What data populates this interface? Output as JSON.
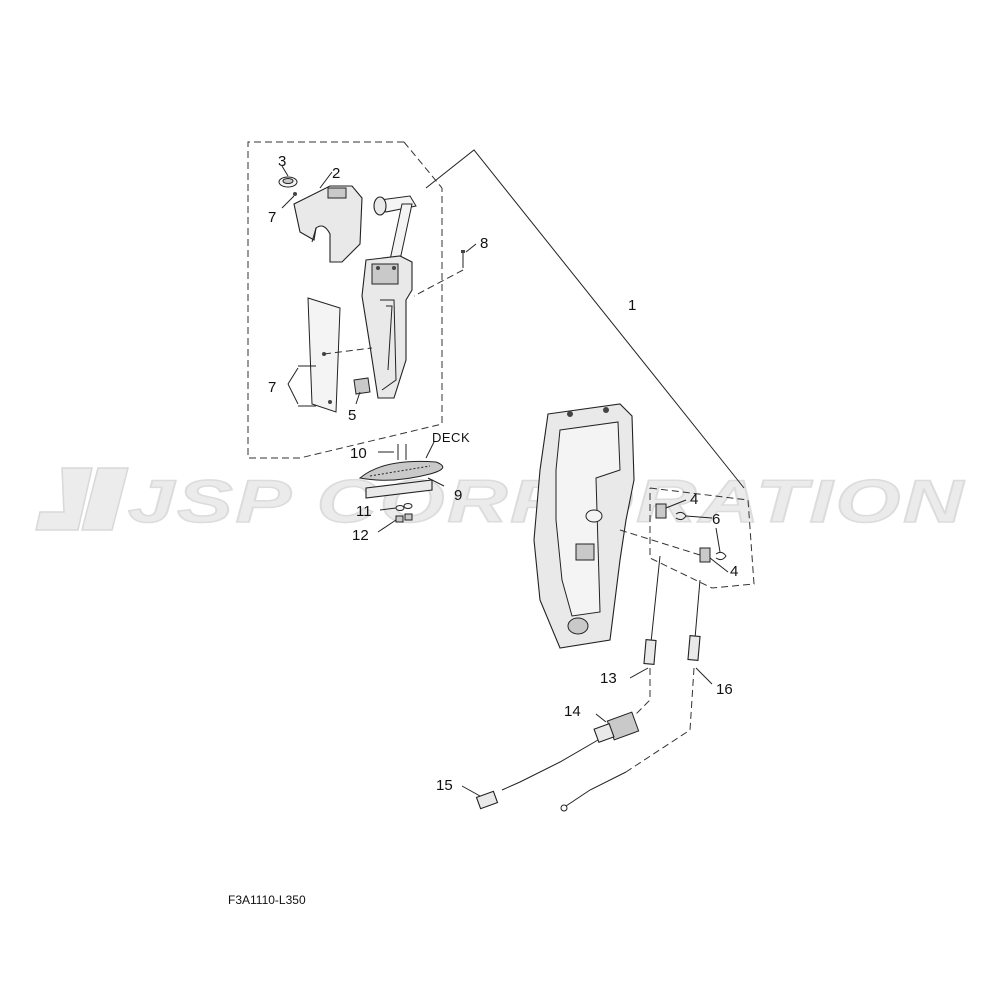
{
  "watermark": {
    "text": "JSP CORPORATION",
    "color": "#e6e6e6"
  },
  "callouts": {
    "c1": "1",
    "c2": "2",
    "c3": "3",
    "c4a": "4",
    "c4b": "4",
    "c5": "5",
    "c6": "6",
    "c7a": "7",
    "c7b": "7",
    "c8": "8",
    "c9": "9",
    "c10": "10",
    "c11": "11",
    "c12": "12",
    "c13": "13",
    "c14": "14",
    "c15": "15",
    "c16": "16"
  },
  "deck_label": "DECK",
  "drawing_code": "F3A1110-L350"
}
